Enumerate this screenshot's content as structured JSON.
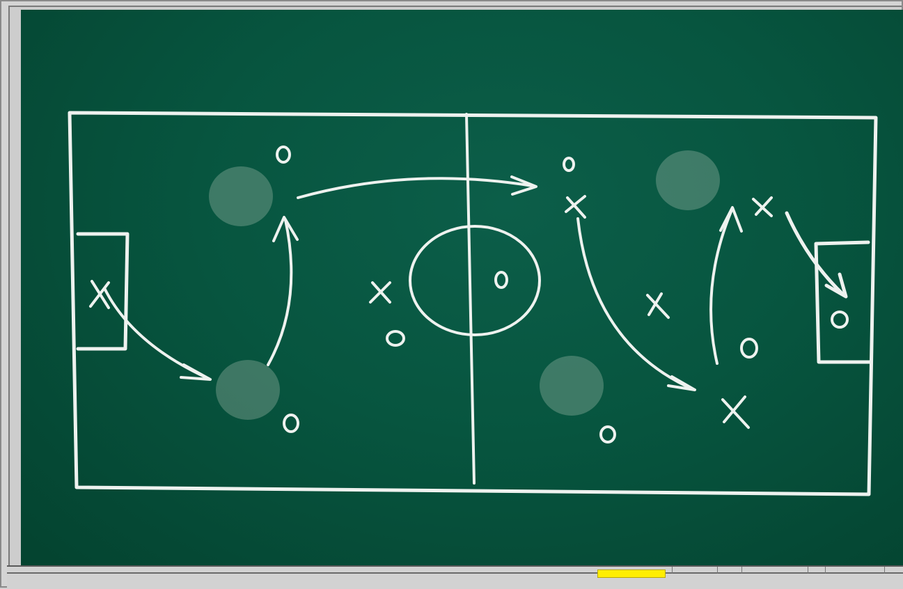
{
  "window": {
    "frame_color": "#d4d4d4",
    "marker_color": "#ffee00"
  },
  "board": {
    "surface_color": "#07553f",
    "chalk_color": "#eef2ef",
    "players": {
      "team_x": "X",
      "team_o": "O"
    },
    "placeholder_slots": 4
  }
}
